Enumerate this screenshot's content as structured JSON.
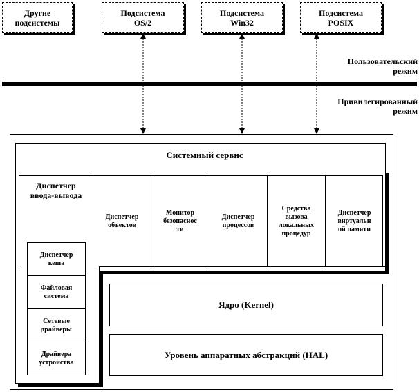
{
  "subsystems": [
    {
      "label": "Другие\nподсистемы"
    },
    {
      "label": "Подсистема\nOS/2"
    },
    {
      "label": "Подсистема\nWin32"
    },
    {
      "label": "Подсистема\nPOSIX"
    }
  ],
  "modes": {
    "user": "Пользовательский\nрежим",
    "privileged": "Привилегированный\nрежим"
  },
  "system_service": {
    "title": "Системный сервис"
  },
  "io_manager": {
    "title": "Диспетчер\nввода-вывода",
    "items": [
      "Диспетчер\nкеша",
      "Файловая\nсистема",
      "Сетевые\nдрайверы",
      "Драйвера\nустройства"
    ]
  },
  "managers": [
    "Диспетчер\nобъектов",
    "Монитор\nбезопаснос\nти",
    "Диспетчер\nпроцессов",
    "Средства\nвызова\nлокальных\nпроцедур",
    "Диспетчер\nвиртуальн\nой памяти"
  ],
  "kernel": {
    "label": "Ядро (Kernel)"
  },
  "hal": {
    "label": "Уровень аппаратных абстракций (HAL)"
  }
}
